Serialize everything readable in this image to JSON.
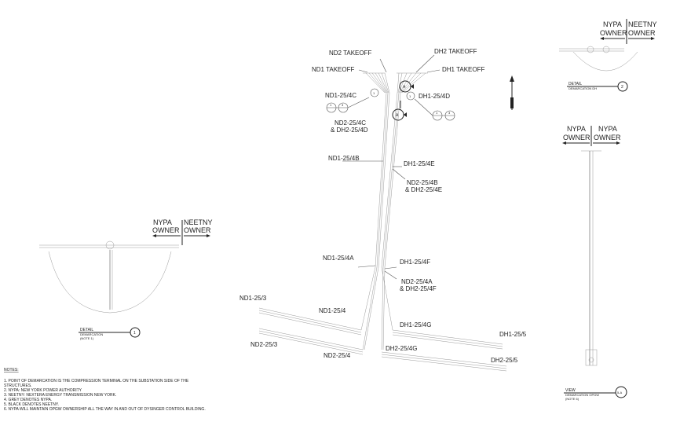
{
  "labels": {
    "nd2_takeoff": "ND2 TAKEOFF",
    "dh2_takeoff": "DH2 TAKEOFF",
    "nd1_takeoff": "ND1 TAKEOFF",
    "dh1_takeoff": "DH1 TAKEOFF",
    "nd1_25_4c": "ND1-25/4C",
    "dh1_25_4d": "DH1-25/4D",
    "nd2_25_4c_l1": "ND2-25/4C",
    "nd2_25_4c_l2": "& DH2-25/4D",
    "nd1_25_4b": "ND1-25/4B",
    "dh1_25_4e": "DH1-25/4E",
    "nd2_25_4b_l1": "ND2-25/4B",
    "nd2_25_4b_l2": "& DH2-25/4E",
    "nd1_25_4a": "ND1-25/4A",
    "dh1_25_4f": "DH1-25/4F",
    "nd2_25_4a_l1": "ND2-25/4A",
    "nd2_25_4a_l2": "& DH2-25/4F",
    "nd1_25_3": "ND1-25/3",
    "nd1_25_4": "ND1-25/4",
    "dh1_25_4g": "DH1-25/4G",
    "dh1_25_5": "DH1-25/5",
    "nd2_25_3": "ND2-25/3",
    "nd2_25_4": "ND2-25/4",
    "dh2_25_4g": "DH2-25/4G",
    "dh2_25_5": "DH2-25/5",
    "callout_a": "A",
    "callout_1": "1",
    "callout_3": "3"
  },
  "ownership": {
    "left_nypa": "NYPA",
    "left_owner": "OWNER",
    "left_neetny": "NEETNY",
    "left_owner2": "OWNER",
    "tr_nypa": "NYPA",
    "tr_owner": "OWNER",
    "tr_neetny": "NEETNY",
    "tr_owner2": "OWNER",
    "mr_nypa": "NYPA",
    "mr_owner": "OWNER",
    "mr_nypa2": "NYPA",
    "mr_owner2": "OWNER"
  },
  "details": {
    "detail1_title": "DETAIL",
    "detail1_sub": "DEMARCATION",
    "detail1_note": "(NOTE 1)",
    "detail1_num": "1",
    "detail2_title": "DETAIL",
    "detail2_sub": "DEMARCATION DH",
    "detail2_num": "2",
    "view_title": "VIEW",
    "view_sub": "DEMARCATION OPGW",
    "view_note": "(NOTE 6)",
    "view_num": "5-A"
  },
  "notes": {
    "heading": "NOTES:",
    "items": [
      "1.   POINT OF DEMARCATION IS THE COMPRESSION TERMINAL ON THE SUBSTATION SIDE OF THE",
      "      STRUCTURES.",
      "2.   NYPA: NEW YORK POWER AUTHORITY",
      "3.   NEETNY: NEXTERA ENERGY TRANSMISSION NEW YORK.",
      "4.   GREY DENOTES NYPA.",
      "5.   BLACK DENOTES NEETNY.",
      "6.   NYPA WILL MAINTAIN OPGW OWNERSHIP ALL THE WAY IN AND OUT OF DYSINGER CONTROL BUILDING."
    ]
  }
}
